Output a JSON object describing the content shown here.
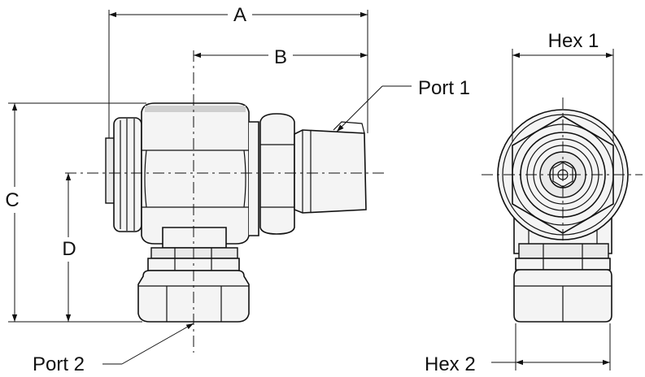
{
  "drawing": {
    "labels": {
      "a": "A",
      "b": "B",
      "c": "C",
      "d": "D",
      "port1": "Port 1",
      "port2": "Port 2",
      "hex1": "Hex 1",
      "hex2": "Hex 2"
    }
  }
}
